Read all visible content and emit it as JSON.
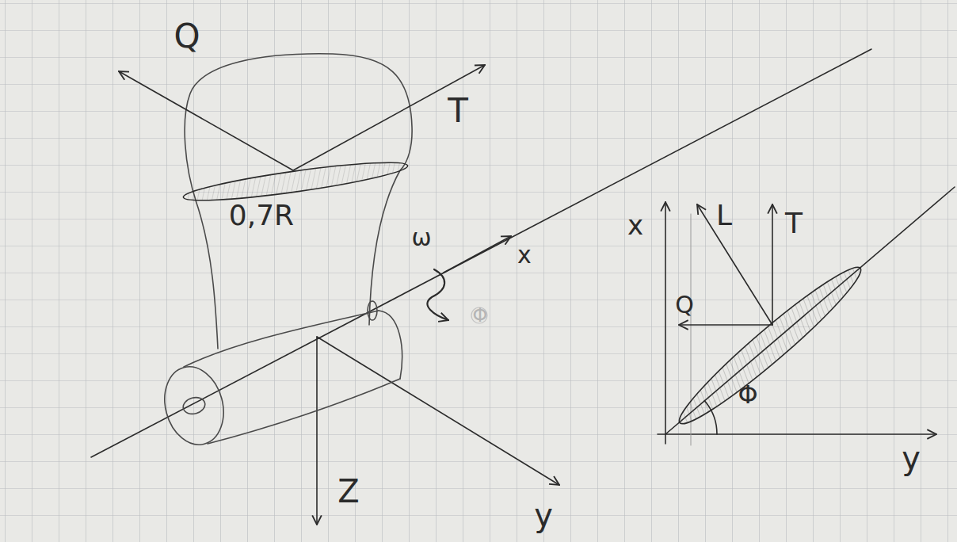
{
  "diagram": {
    "labels": [
      "Q",
      "T",
      "0,7R",
      "ω",
      "x",
      "Φ",
      "Z",
      "y",
      "x",
      "L",
      "T",
      "Q",
      "Φ",
      "y"
    ]
  }
}
